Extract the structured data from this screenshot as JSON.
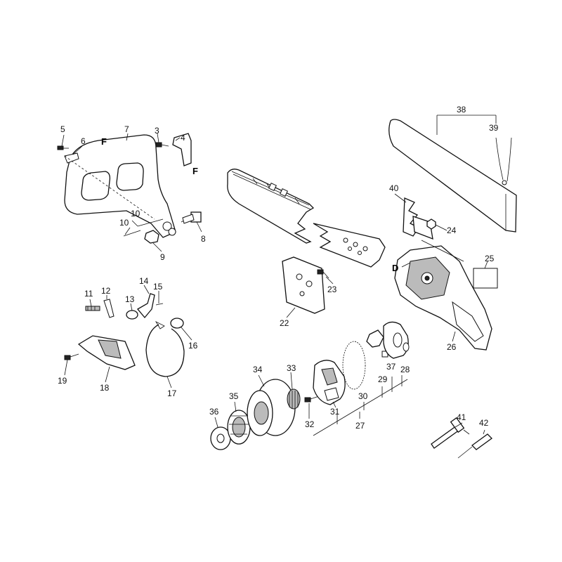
{
  "callouts": {
    "c3": "3",
    "c4": "4",
    "c5": "5",
    "c6": "6",
    "c7": "7",
    "c8": "8",
    "c9": "9",
    "c10a": "10",
    "c10b": "10",
    "c11": "11",
    "c12": "12",
    "c13": "13",
    "c14": "14",
    "c15": "15",
    "c16": "16",
    "c17": "17",
    "c18": "18",
    "c19": "19",
    "c22": "22",
    "c23": "23",
    "c24": "24",
    "c25": "25",
    "c26": "26",
    "c27": "27",
    "c28": "28",
    "c29": "29",
    "c30": "30",
    "c31": "31",
    "c32": "32",
    "c33": "33",
    "c34": "34",
    "c35": "35",
    "c36": "36",
    "c37": "37",
    "c38": "38",
    "c39": "39",
    "c40": "40",
    "c41": "41",
    "c42": "42"
  },
  "letters": {
    "fa": "F",
    "fb": "F",
    "d": "D"
  }
}
